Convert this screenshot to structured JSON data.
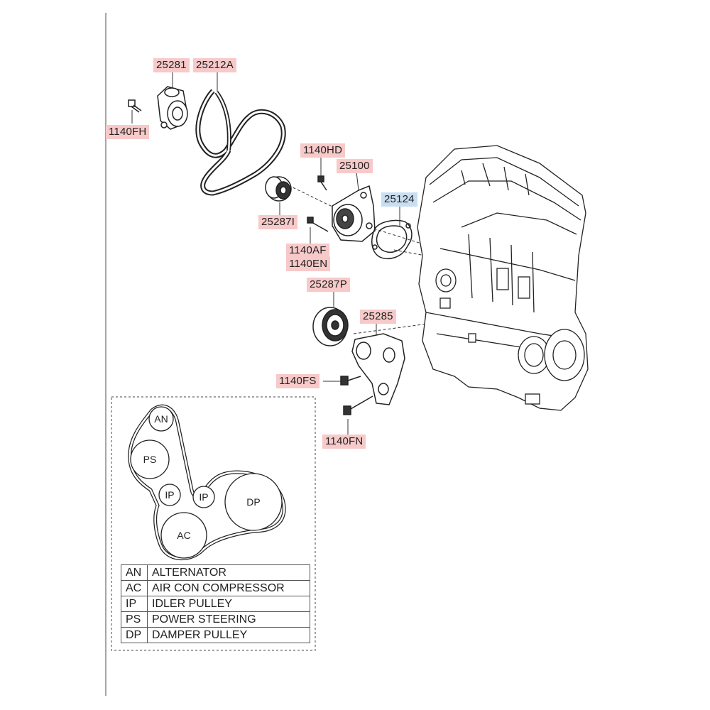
{
  "colors": {
    "callout_pink": "#f7c9c9",
    "callout_blue": "#c9def2",
    "line": "#333333"
  },
  "callouts": {
    "c25281": "25281",
    "c25212A": "25212A",
    "c1140FH": "1140FH",
    "c1140HD": "1140HD",
    "c25100": "25100",
    "c25124": "25124",
    "c25287I": "25287I",
    "c1140AF": "1140AF",
    "c1140EN": "1140EN",
    "c25287P": "25287P",
    "c25285": "25285",
    "c1140FS": "1140FS",
    "c1140FN": "1140FN"
  },
  "belt_diagram": {
    "pulleys": {
      "an": "AN",
      "ps": "PS",
      "ip1": "IP",
      "ip2": "IP",
      "dp": "DP",
      "ac": "AC"
    }
  },
  "legend": [
    {
      "code": "AN",
      "name": "ALTERNATOR"
    },
    {
      "code": "AC",
      "name": "AIR CON COMPRESSOR"
    },
    {
      "code": "IP",
      "name": "IDLER PULLEY"
    },
    {
      "code": "PS",
      "name": "POWER STEERING"
    },
    {
      "code": "DP",
      "name": "DAMPER PULLEY"
    }
  ]
}
